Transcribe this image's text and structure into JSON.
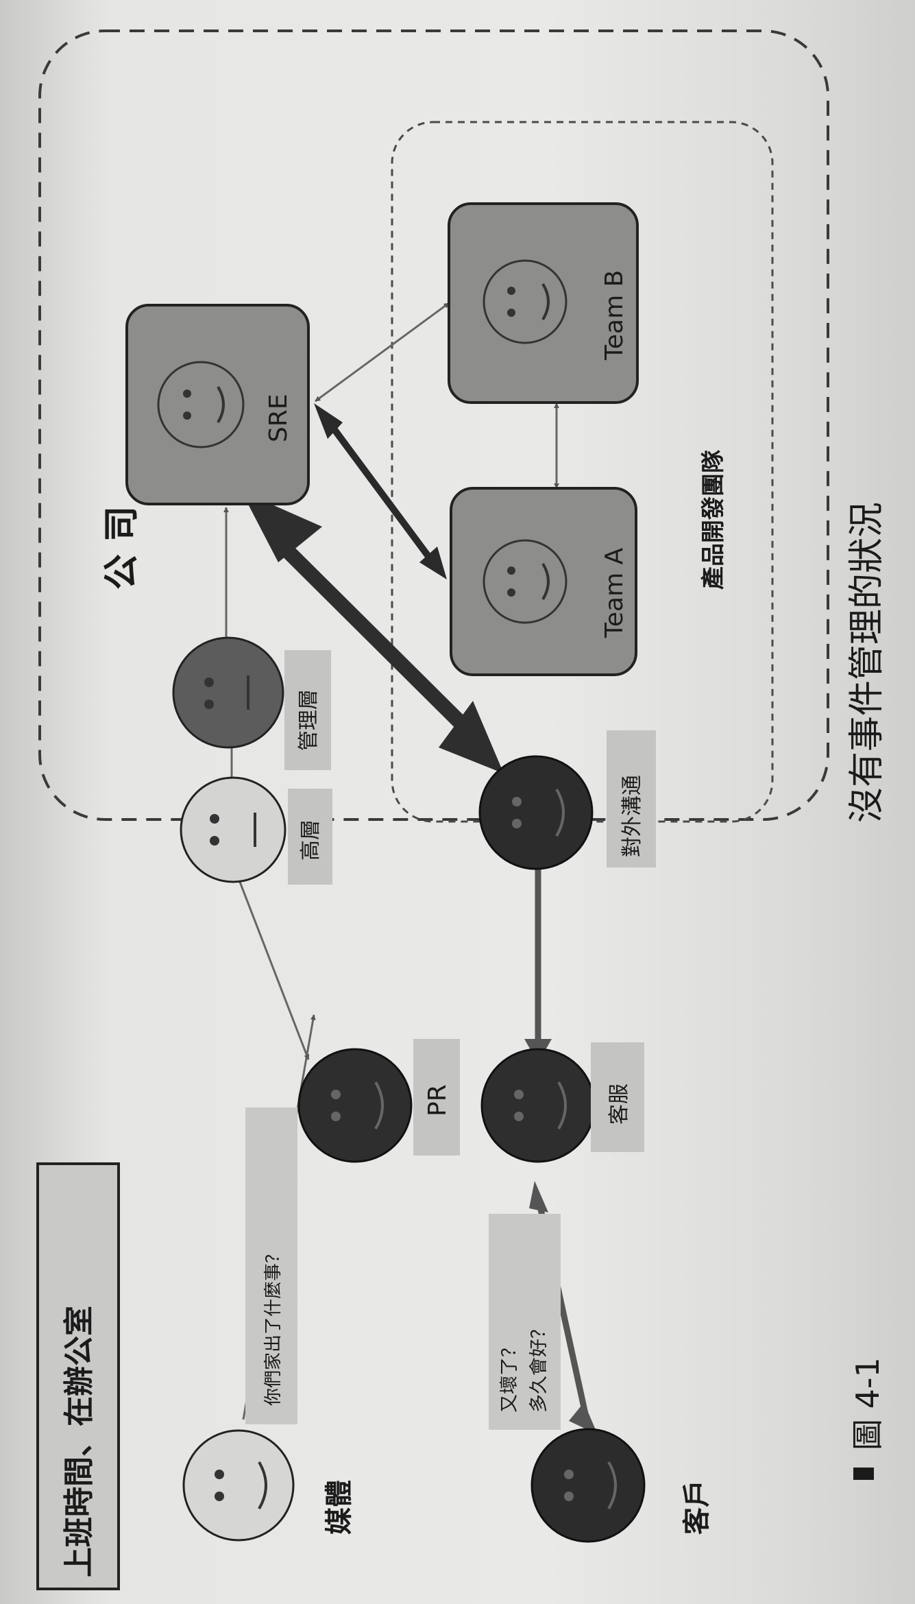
{
  "title": "上班時間、在辦公室",
  "company_label": "公 司",
  "product_team_label": "產品開發團隊",
  "caption": {
    "figure_number": "圖 4-1",
    "text": "沒有事件管理的狀況"
  },
  "people": {
    "media": {
      "label": "媒體"
    },
    "customer": {
      "label": "客戶"
    },
    "pr": {
      "label": "PR"
    },
    "support": {
      "label": "客服"
    },
    "executive": {
      "label": "高層"
    },
    "management": {
      "label": "管理層"
    },
    "external_comm": {
      "label": "對外溝通"
    }
  },
  "teams": {
    "sre": {
      "label": "SRE"
    },
    "team_a": {
      "label": "Team A"
    },
    "team_b": {
      "label": "Team B"
    }
  },
  "speech": {
    "media_question": "你們家出了什麼事？",
    "customer_line1": "又壞了？",
    "customer_line2": "多久會好？"
  },
  "colors": {
    "dark_face": "#2c2c2c",
    "mid_face": "#5c5c5c",
    "light_face": "#d6d6d4",
    "team_box": "#8d8d8b",
    "tag_bg": "#c4c4c2",
    "arrow": "#333333"
  }
}
